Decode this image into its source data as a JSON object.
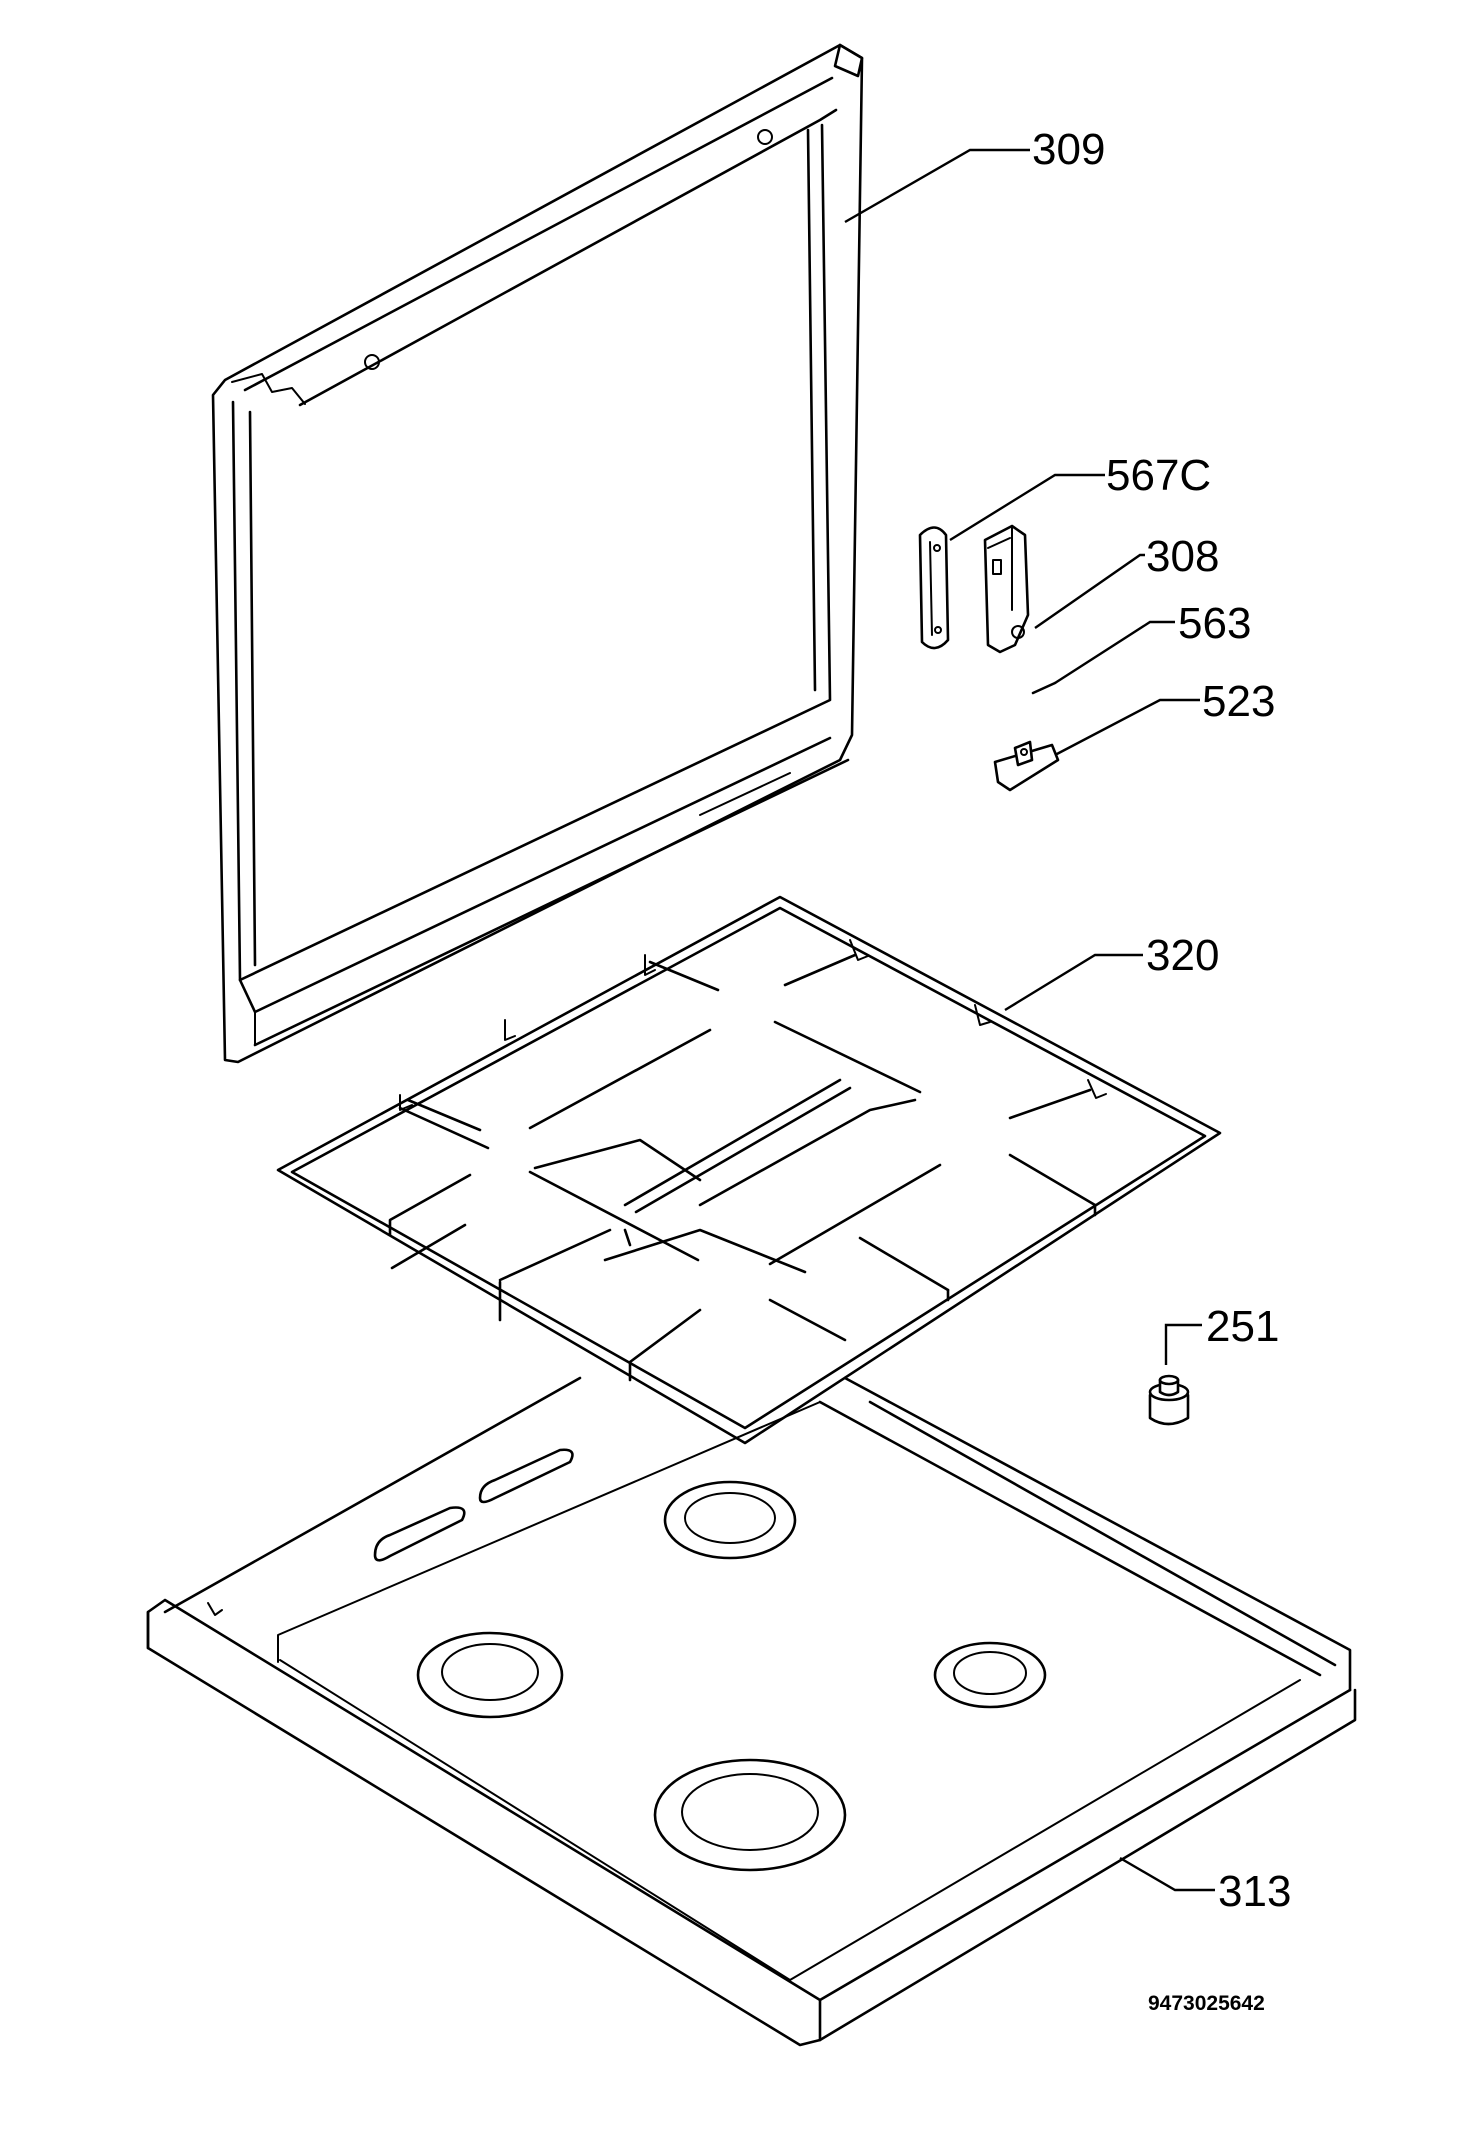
{
  "callouts": {
    "lid": "309",
    "bracket_plate": "567C",
    "hinge": "308",
    "pin": "563",
    "hinge_base": "523",
    "pan_support": "320",
    "knob": "251",
    "hob_top": "313"
  },
  "drawing_code": "9473025642"
}
